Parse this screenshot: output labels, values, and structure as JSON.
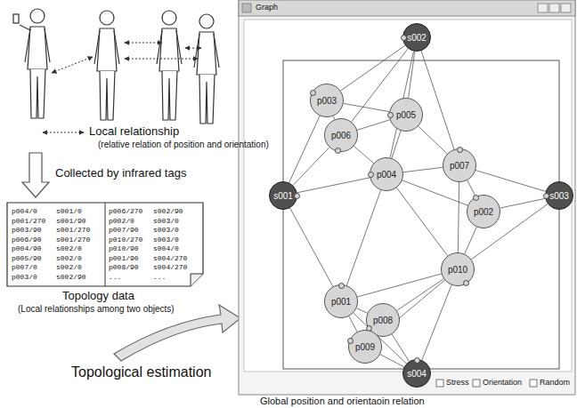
{
  "diagram": {
    "nodes": [
      {
        "text": [
          "s002"
        ]
      },
      {
        "text": [
          "p003"
        ]
      },
      {
        "text": [
          "p005"
        ]
      },
      {
        "text": [
          "p006"
        ]
      },
      {
        "text": [
          "p004"
        ]
      },
      {
        "text": [
          "p007"
        ]
      },
      {
        "text": [
          "s001"
        ]
      },
      {
        "text": [
          "s003"
        ]
      },
      {
        "text": [
          "p002"
        ]
      },
      {
        "text": [
          "p010"
        ]
      },
      {
        "text": [
          "p001"
        ]
      },
      {
        "text": [
          "p008"
        ]
      },
      {
        "text": [
          "p009"
        ]
      },
      {
        "text": [
          "s004"
        ]
      }
    ],
    "edges": [
      {
        "from": 0,
        "to": 1,
        "arrow": "none"
      },
      {
        "from": 0,
        "to": 2,
        "arrow": "none"
      },
      {
        "from": 0,
        "to": 3,
        "arrow": "none"
      },
      {
        "from": 0,
        "to": 4,
        "arrow": "none"
      },
      {
        "from": 0,
        "to": 5,
        "arrow": "none"
      },
      {
        "from": 1,
        "to": 2,
        "arrow": "none"
      },
      {
        "from": 1,
        "to": 3,
        "arrow": "none"
      },
      {
        "from": 1,
        "to": 6,
        "arrow": "none"
      },
      {
        "from": 2,
        "to": 3,
        "arrow": "none"
      },
      {
        "from": 2,
        "to": 4,
        "arrow": "none"
      },
      {
        "from": 3,
        "to": 4,
        "arrow": "none"
      },
      {
        "from": 3,
        "to": 6,
        "arrow": "none"
      },
      {
        "from": 4,
        "to": 6,
        "arrow": "none"
      },
      {
        "from": 4,
        "to": 5,
        "arrow": "none"
      },
      {
        "from": 4,
        "to": 8,
        "arrow": "none"
      },
      {
        "from": 4,
        "to": 9,
        "arrow": "none"
      },
      {
        "from": 4,
        "to": 10,
        "arrow": "none"
      },
      {
        "from": 5,
        "to": 8,
        "arrow": "none"
      },
      {
        "from": 5,
        "to": 7,
        "arrow": "none"
      },
      {
        "from": 5,
        "to": 9,
        "arrow": "none"
      },
      {
        "from": 5,
        "to": 2,
        "arrow": "none"
      },
      {
        "from": 7,
        "to": 8,
        "arrow": "none"
      },
      {
        "from": 7,
        "to": 9,
        "arrow": "none"
      },
      {
        "from": 8,
        "to": 9,
        "arrow": "none"
      },
      {
        "from": 9,
        "to": 10,
        "arrow": "none"
      },
      {
        "from": 9,
        "to": 11,
        "arrow": "none"
      },
      {
        "from": 9,
        "to": 12,
        "arrow": "none"
      },
      {
        "from": 9,
        "to": 13,
        "arrow": "none"
      },
      {
        "from": 6,
        "to": 10,
        "arrow": "none"
      },
      {
        "from": 10,
        "to": 11,
        "arrow": "none"
      },
      {
        "from": 10,
        "to": 12,
        "arrow": "none"
      },
      {
        "from": 11,
        "to": 12,
        "arrow": "none"
      },
      {
        "from": 11,
        "to": 13,
        "arrow": "none"
      },
      {
        "from": 12,
        "to": 13,
        "arrow": "none"
      },
      {
        "from": 10,
        "to": 13,
        "arrow": "none"
      }
    ],
    "labels": [
      "Local relationship",
      "(relative relation of position and orientation)",
      "Collected by infrared tags",
      "p004/0",
      "s001/0",
      "p001/270",
      "s001/90",
      "p003/90",
      "s001/270",
      "p006/90",
      "s001/270",
      "p004/90",
      "s002/0",
      "p005/90",
      "s002/0",
      "p007/0",
      "s002/0",
      "p003/0",
      "s002/90",
      "p006/270",
      "s002/90",
      "p002/0",
      "s003/0",
      "p007/90",
      "s003/0",
      "p010/270",
      "s003/0",
      "p010/90",
      "s004/0",
      "p001/90",
      "s004/270",
      "p008/90",
      "s004/270",
      "...",
      "...",
      "Topology data",
      "(Local relationships among two objects)",
      "Topological estimation",
      "Graph",
      "Stress",
      "Orientation",
      "Random",
      "Global position and orientaoin relation"
    ]
  }
}
